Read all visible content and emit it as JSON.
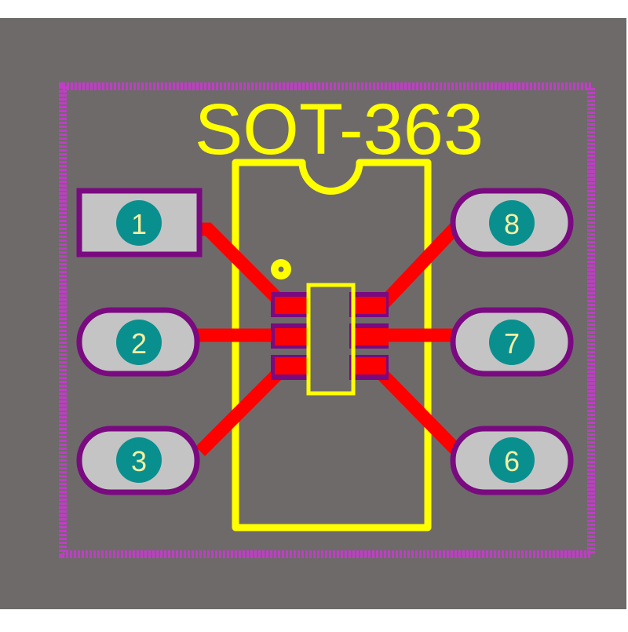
{
  "footprint": {
    "title": "SOT-363",
    "colors": {
      "background": "#ffffff",
      "board": "#6e6a6a",
      "courtyard": "#c23cc8",
      "silkscreen": "#ffff00",
      "copper_trace": "#ff0000",
      "pad_fill": "#c4c4c4",
      "pad_outline": "#7a0a80",
      "pin_marker": "#0a8f8f",
      "pin_label": "#f5f0a0",
      "inner_pad_mask": "#7a0a80"
    },
    "pads": [
      {
        "number": "1",
        "shape": "rect",
        "side": "left"
      },
      {
        "number": "2",
        "shape": "oval",
        "side": "left"
      },
      {
        "number": "3",
        "shape": "oval",
        "side": "left"
      },
      {
        "number": "6",
        "shape": "oval",
        "side": "right"
      },
      {
        "number": "7",
        "shape": "oval",
        "side": "right"
      },
      {
        "number": "8",
        "shape": "oval",
        "side": "right"
      }
    ]
  }
}
